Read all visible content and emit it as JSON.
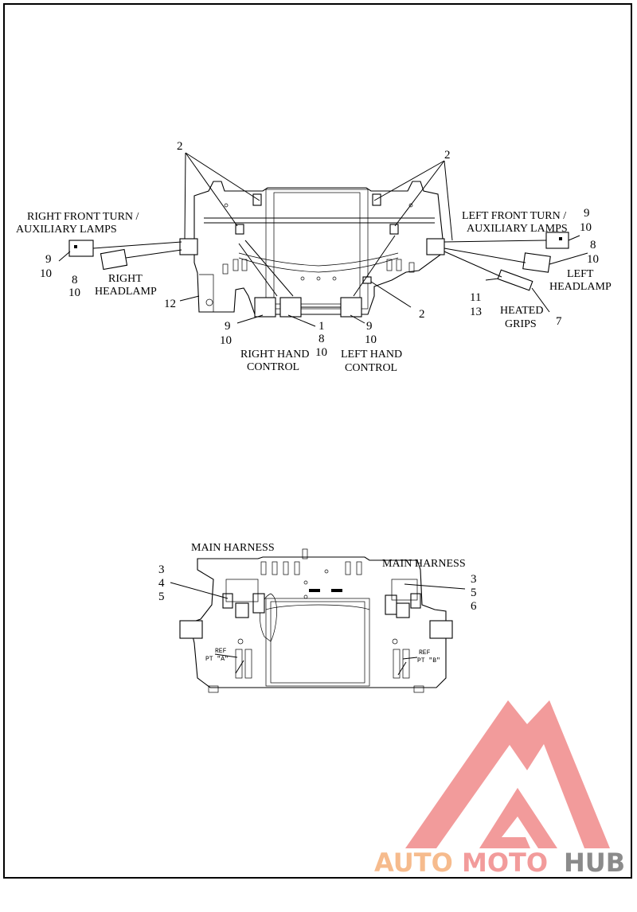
{
  "colors": {
    "background": "#ffffff",
    "line": "#000000",
    "watermark_red": "#f08a8a",
    "watermark_orange": "#f5b07a",
    "watermark_grey": "#777777"
  },
  "upper_view": {
    "labels": {
      "right_front_turn": "RIGHT FRONT TURN /",
      "right_aux_lamps": "AUXILIARY LAMPS",
      "left_front_turn": "LEFT FRONT TURN /",
      "left_aux_lamps": "AUXILIARY LAMPS",
      "right": "RIGHT",
      "headlamp_r": "HEADLAMP",
      "left": "LEFT",
      "headlamp_l": "HEADLAMP",
      "heated": "HEATED",
      "grips": "GRIPS",
      "right_hand": "RIGHT HAND",
      "control_r": "CONTROL",
      "left_hand": "LEFT HAND",
      "control_l": "CONTROL"
    },
    "callouts": {
      "c2_tl": "2",
      "c2_tr": "2",
      "c2_mid": "2",
      "c9_a": "9",
      "c10_a": "10",
      "c8_a": "8",
      "c10_b": "10",
      "c12": "12",
      "c9_b": "9",
      "c10_c": "10",
      "c1": "1",
      "c8_b": "8",
      "c10_d": "10",
      "c9_c": "9",
      "c10_e": "10",
      "c9_d": "9",
      "c10_f": "10",
      "c8_c": "8",
      "c10_g": "10",
      "c11": "11",
      "c13": "13",
      "c7": "7"
    }
  },
  "lower_view": {
    "labels": {
      "main_harness_l": "MAIN HARNESS",
      "main_harness_r": "MAIN HARNESS"
    },
    "callouts": {
      "c3_l": "3",
      "c4": "4",
      "c5_l": "5",
      "c3_r": "3",
      "c5_r": "5",
      "c6": "6"
    },
    "refs": {
      "ref_a1": "REF",
      "ref_a2": "PT \"A\"",
      "ref_b1": "REF",
      "ref_b2": "PT \"B\""
    }
  },
  "watermark": {
    "part1": "AUTO",
    "part2": "MOTO",
    "part3": "HUB"
  }
}
